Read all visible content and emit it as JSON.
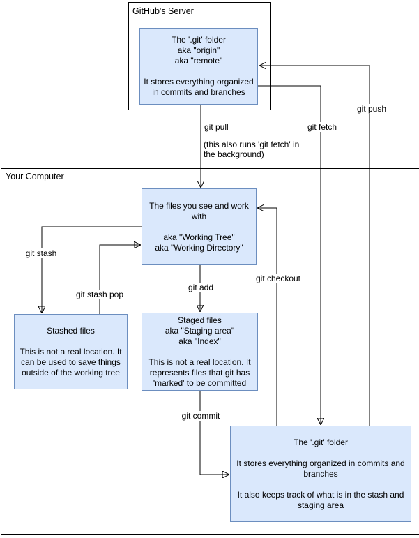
{
  "containers": {
    "github_server": {
      "label": "GitHub's Server"
    },
    "your_computer": {
      "label": "Your Computer"
    }
  },
  "nodes": {
    "origin": {
      "text": "The '.git' folder\naka \"origin\"\naka \"remote\"\n\nIt stores everything organized\nin commits and branches"
    },
    "working_tree": {
      "text": "The files you see and work\nwith\n\naka \"Working Tree\"\naka \"Working Directory\""
    },
    "stashed": {
      "text": "Stashed files\n\nThis is not a real location. It\ncan be used to save things\noutside of the working tree"
    },
    "staged": {
      "text": "Staged files\naka \"Staging area\"\naka \"Index\"\n\nThis is not a real location. It\nrepresents files that git has\n'marked' to be committed"
    },
    "local_git": {
      "text": "The '.git' folder\n\nIt stores everything organized in commits and\nbranches\n\nIt also keeps track of what is in the stash and\nstaging area"
    }
  },
  "edges": {
    "git_pull": {
      "label": "git pull",
      "note": "(this also runs 'git fetch' in\nthe background)",
      "from": "origin",
      "to": "working_tree"
    },
    "git_fetch": {
      "label": "git fetch",
      "from": "origin",
      "to": "local_git"
    },
    "git_push": {
      "label": "git push",
      "from": "local_git",
      "to": "origin"
    },
    "git_add": {
      "label": "git add",
      "from": "working_tree",
      "to": "staged"
    },
    "git_commit": {
      "label": "git commit",
      "from": "staged",
      "to": "local_git"
    },
    "git_checkout": {
      "label": "git checkout",
      "from": "local_git",
      "to": "working_tree"
    },
    "git_stash": {
      "label": "git stash",
      "from": "working_tree",
      "to": "stashed"
    },
    "git_stash_pop": {
      "label": "git stash pop",
      "from": "stashed",
      "to": "working_tree"
    }
  },
  "colors": {
    "node_fill": "#dae8fc",
    "node_border": "#6c8ebf",
    "container_border": "#000000",
    "edge_stroke": "#000000",
    "background": "#ffffff"
  }
}
